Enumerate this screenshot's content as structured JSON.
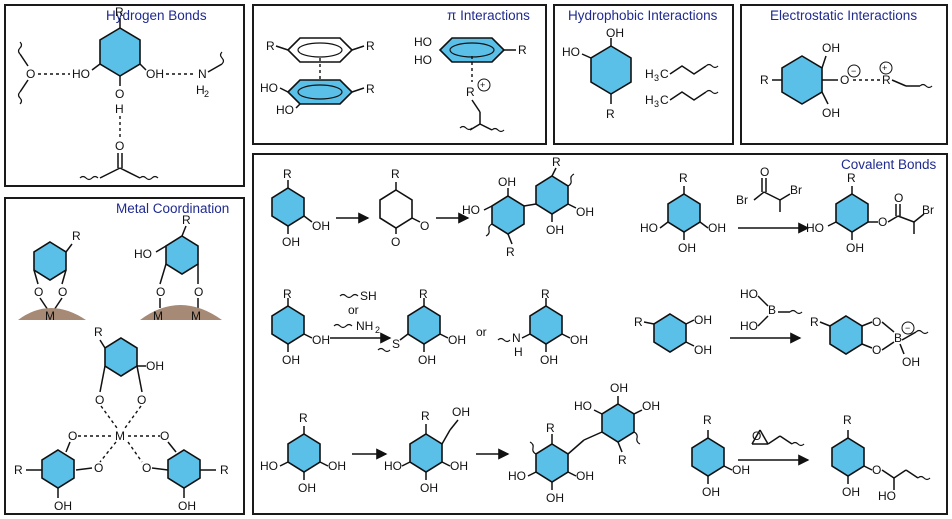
{
  "panels": {
    "hydrogen_bonds": {
      "title": "Hydrogen Bonds"
    },
    "pi": {
      "title": "π Interactions"
    },
    "hydrophobic": {
      "title": "Hydrophobic Interactions"
    },
    "electrostatic": {
      "title": "Electrostatic Interactions"
    },
    "metal": {
      "title": "Metal Coordination"
    },
    "covalent": {
      "title": "Covalent Bonds"
    }
  },
  "labels": {
    "R": "R",
    "HO": "HO",
    "OH": "OH",
    "O": "O",
    "H": "H",
    "N": "N",
    "H2": "H",
    "H2_sub": "2",
    "M": "M",
    "Br": "Br",
    "B": "B",
    "SH": "SH",
    "or": "or",
    "NH2": "NH",
    "NH2_sub": "2",
    "H3C": "H",
    "H3C_sub": "3",
    "H3C_C": "C",
    "S": "S",
    "plus": "+",
    "minus": "−"
  },
  "colors": {
    "ring_fill": "#5bc0e8",
    "title": "#1f2a8f",
    "surface": "#a68a76",
    "border": "#1a1a1a"
  }
}
